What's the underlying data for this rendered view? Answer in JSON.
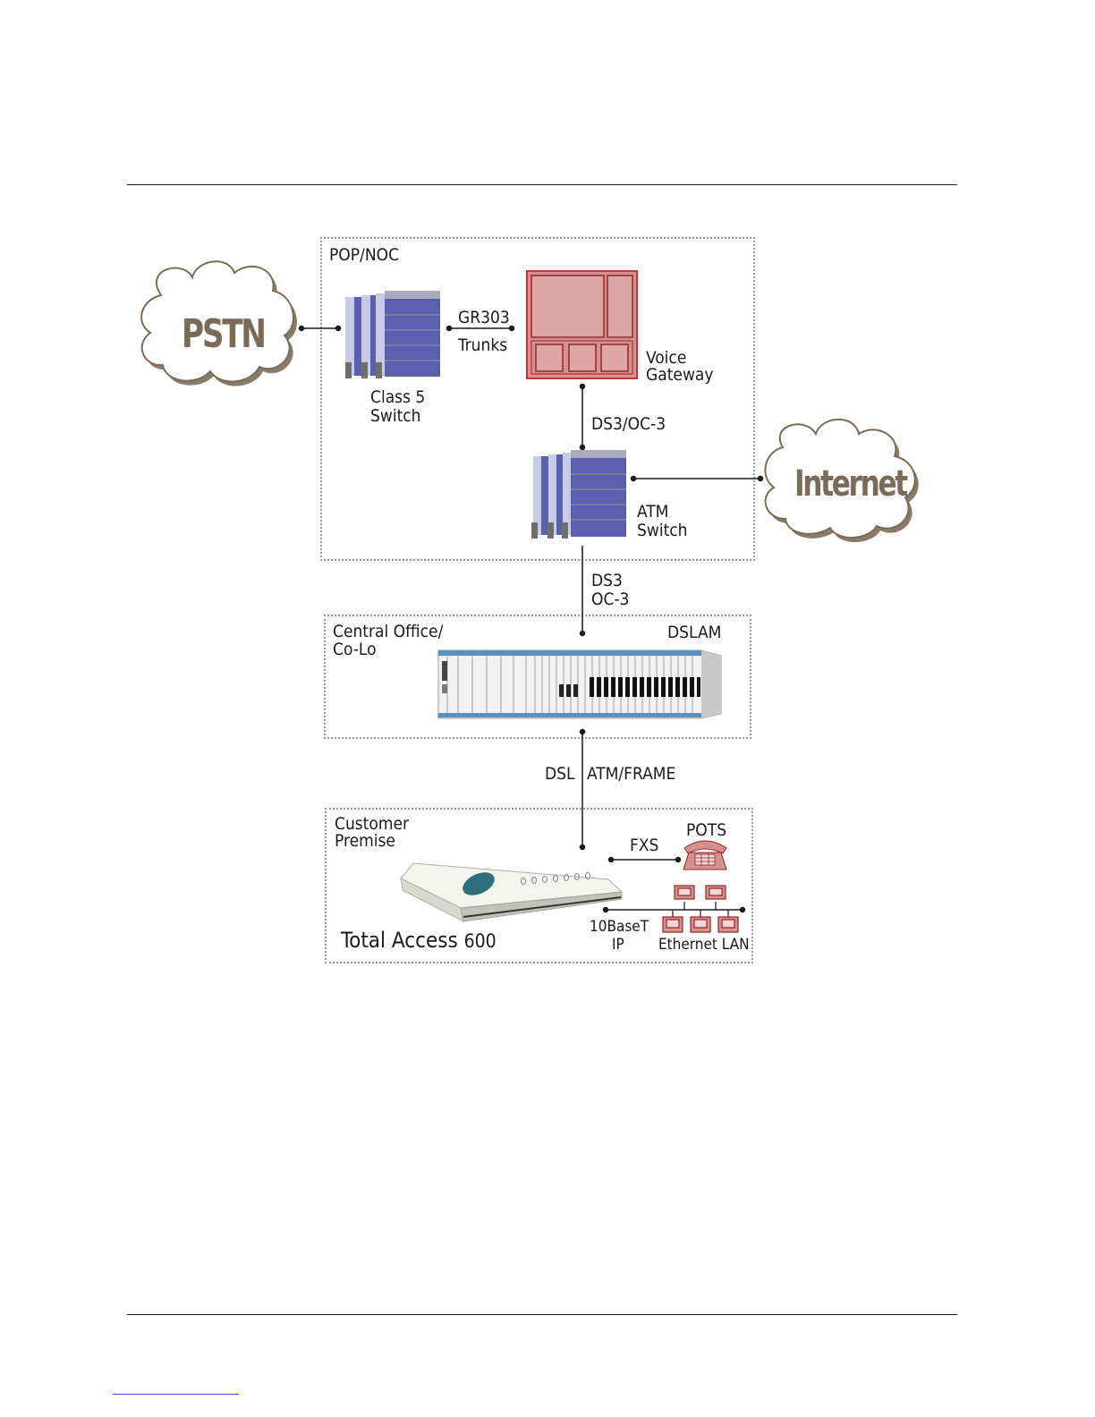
{
  "zones": {
    "pop_noc": "POP/NOC",
    "central_office": "Central Office/\nCo-Lo",
    "customer_premise": "Customer\nPremise"
  },
  "clouds": {
    "pstn": "PSTN",
    "internet": "Internet"
  },
  "devices": {
    "class5_switch": "Class 5\nSwitch",
    "voice_gateway": "Voice\nGateway",
    "atm_switch": "ATM\nSwitch",
    "dslam": "DSLAM",
    "total_access": "Total Access",
    "total_access_model": "600",
    "pots": "POTS",
    "ethernet_lan": "Ethernet LAN"
  },
  "links": {
    "gr303": "GR303",
    "trunks": "Trunks",
    "ds3_oc3_top": "DS3/OC-3",
    "ds3": "DS3",
    "oc3": "OC-3",
    "dsl": "DSL",
    "atm_frame": "ATM/FRAME",
    "fxs": "FXS",
    "tenbaset": "10BaseT",
    "ip": "IP"
  },
  "colors": {
    "switch_blue": "#5c5fb0",
    "gateway_red": "#d98f8f",
    "gateway_border": "#c0393c",
    "cloud_text": "#7a6a58"
  }
}
